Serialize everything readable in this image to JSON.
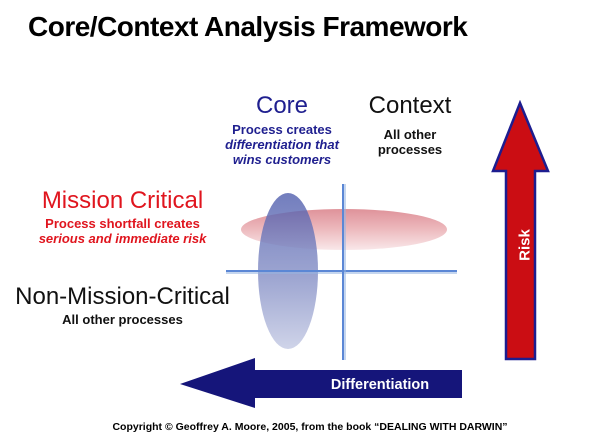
{
  "title": "Core/Context Analysis Framework",
  "quadrants": {
    "core": {
      "heading": "Core",
      "line1": "Process creates",
      "line2": "differentiation that",
      "line3": "wins customers"
    },
    "context": {
      "heading": "Context",
      "line1": "All other",
      "line2": "processes"
    },
    "mission_critical": {
      "heading": "Mission Critical",
      "line1": "Process shortfall creates",
      "line2": "serious and immediate risk"
    },
    "non_mission_critical": {
      "heading": "Non-Mission-Critical",
      "line1": "All other processes"
    }
  },
  "axes": {
    "risk_label": "Risk",
    "differentiation_label": "Differentiation"
  },
  "footer": "Copyright © Geoffrey A. Moore, 2005, from the book “DEALING WITH DARWIN”",
  "colors": {
    "core_navy": "#1F1F8F",
    "mission_red": "#E0151E",
    "axis_line_blue": "#5B87D5",
    "risk_arrow_fill": "#CB0D13",
    "risk_arrow_border": "#1D1D8F",
    "differentiation_arrow_fill": "#15157A",
    "ellipse_red_top": "#D97F88",
    "ellipse_blue_top": "#4F5DAD"
  }
}
